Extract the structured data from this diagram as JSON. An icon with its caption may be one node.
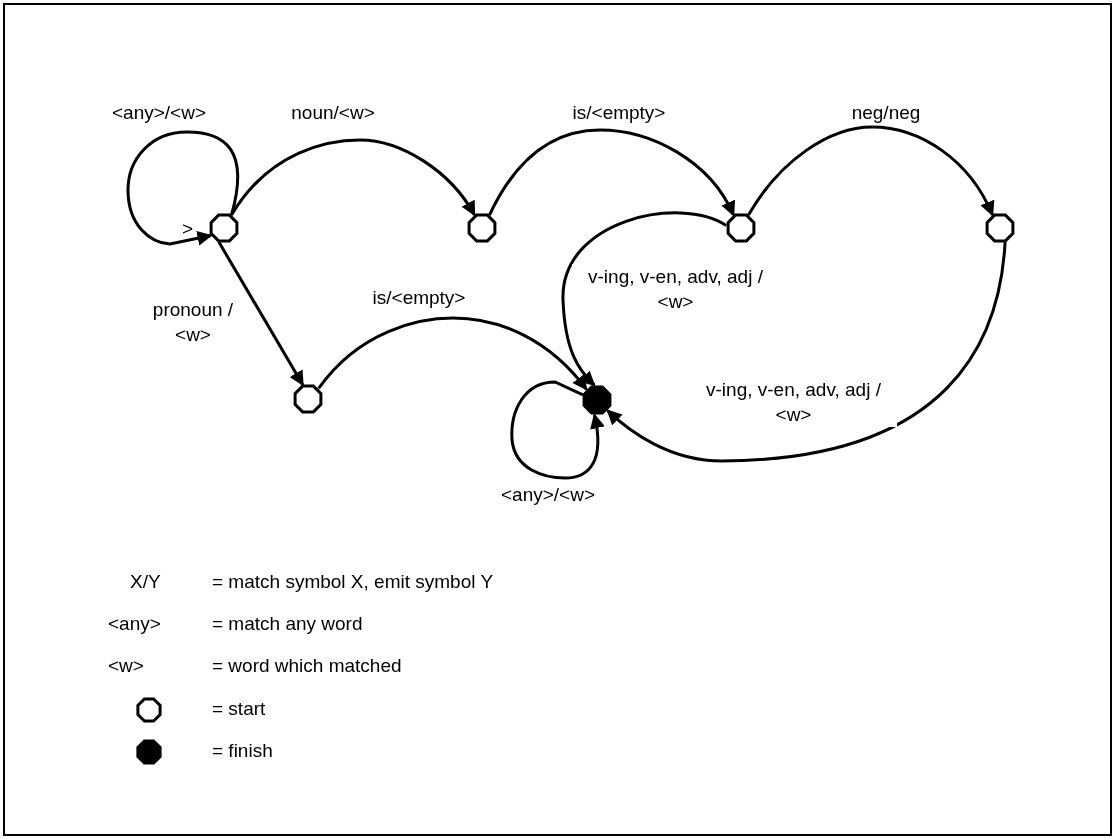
{
  "diagram": {
    "nodes": [
      {
        "text": [],
        "shape": "circle"
      },
      {
        "text": [],
        "shape": "circle"
      },
      {
        "text": [],
        "shape": "circle"
      },
      {
        "text": [],
        "shape": "circle"
      },
      {
        "text": [],
        "shape": "circle"
      },
      {
        "text": [],
        "shape": "circle"
      }
    ],
    "edges": [
      {
        "from": 0,
        "to": 0,
        "arrow": "to",
        "label": "<any>/<w>"
      },
      {
        "from": 0,
        "to": 1,
        "arrow": "to",
        "label": "noun/<w>"
      },
      {
        "from": 1,
        "to": 2,
        "arrow": "to",
        "label": "is/<empty>"
      },
      {
        "from": 2,
        "to": 3,
        "arrow": "to",
        "label": "neg/neg"
      },
      {
        "from": 2,
        "to": 5,
        "arrow": "to",
        "label": "v-ing, v-en, adv, adj / <w>"
      },
      {
        "from": 3,
        "to": 5,
        "arrow": "to",
        "label": "v-ing, v-en, adv, adj / <w>"
      },
      {
        "from": 0,
        "to": 4,
        "arrow": "to",
        "label": "pronoun / <w>"
      },
      {
        "from": 4,
        "to": 5,
        "arrow": "to",
        "label": "is/<empty>"
      },
      {
        "from": 5,
        "to": 5,
        "arrow": "to",
        "label": "<any>/<w>"
      }
    ],
    "labels": [
      ">",
      "X/Y",
      "= match symbol X, emit symbol Y",
      "<any>",
      "= match any word",
      "<w>",
      "= word which matched"
    ],
    "legend": [
      {
        "text": "= start",
        "color": "#ffffff"
      },
      {
        "text": "= finish",
        "color": "#000000"
      }
    ]
  }
}
